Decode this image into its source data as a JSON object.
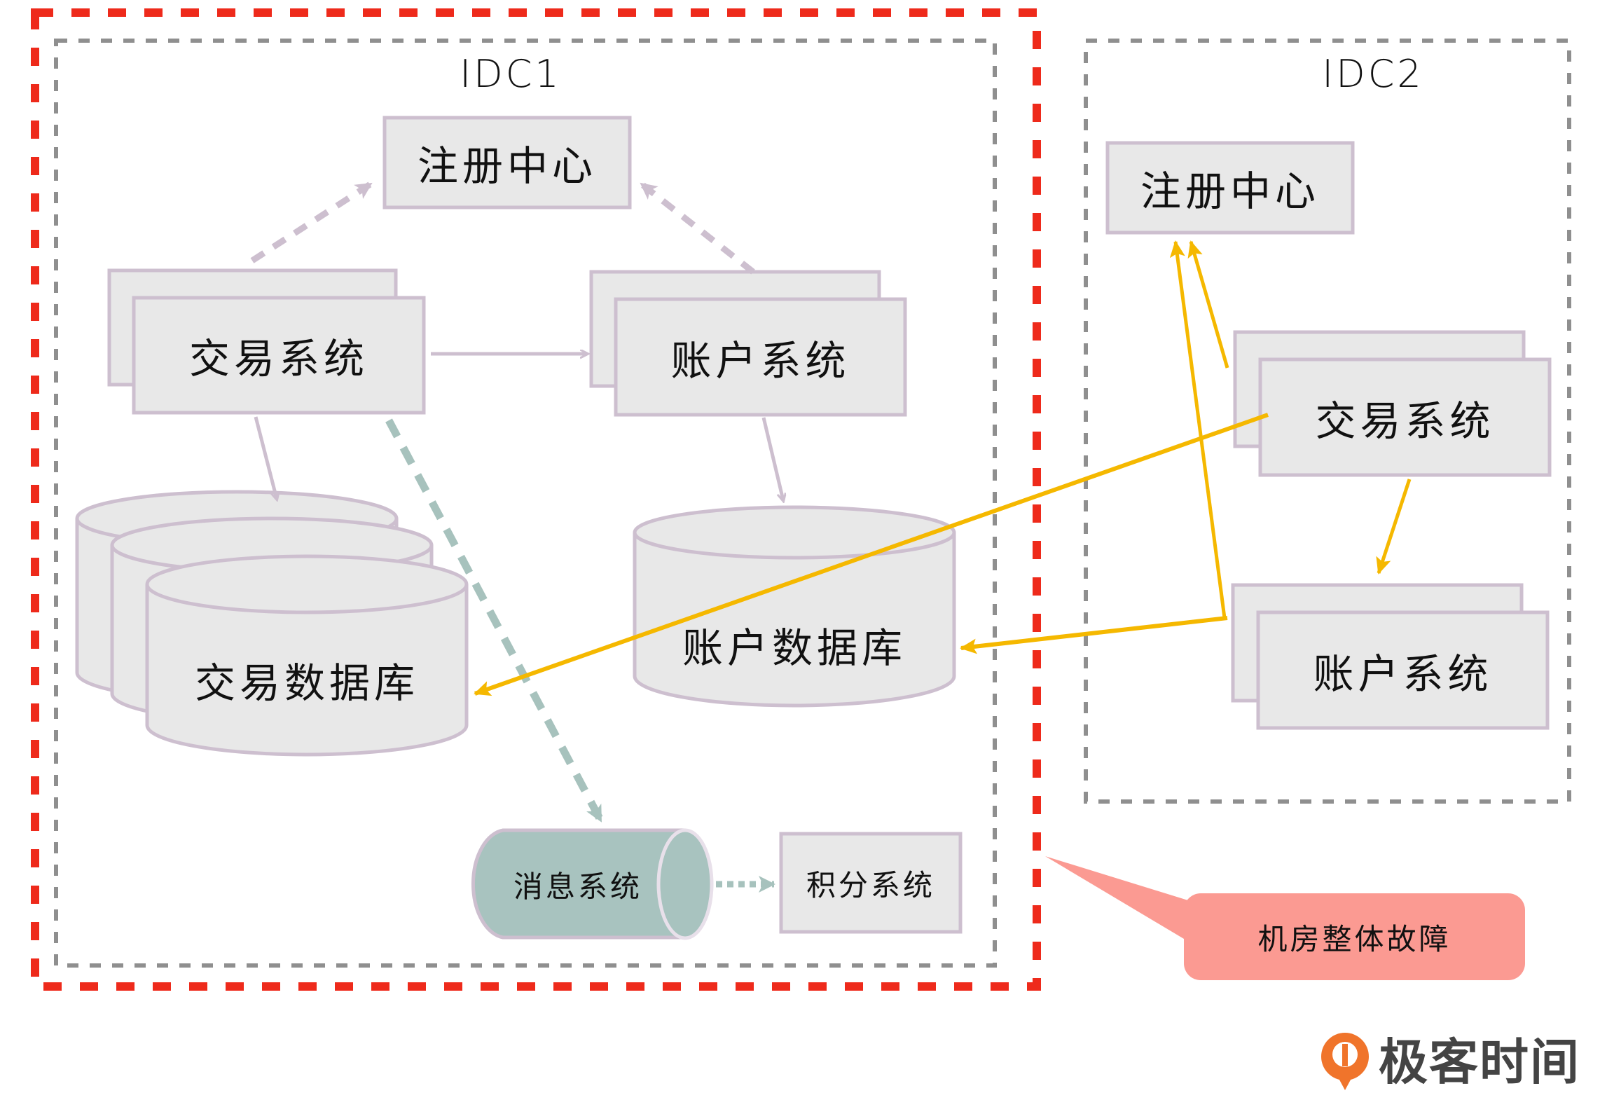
{
  "diagram": {
    "failure_zone": {
      "label": "机房整体故障",
      "border_color": "#ee2a1b",
      "callout_color": "#fb9a92"
    },
    "idc1": {
      "title": "IDC1",
      "registry": "注册中心",
      "trade_system": "交易系统",
      "account_system": "账户系统",
      "trade_db": "交易数据库",
      "account_db": "账户数据库",
      "message_system": "消息系统",
      "points_system": "积分系统"
    },
    "idc2": {
      "title": "IDC2",
      "registry": "注册中心",
      "trade_system": "交易系统",
      "account_system": "账户系统"
    },
    "colors": {
      "box_fill": "#e8e8e8",
      "box_border": "#cdbfcf",
      "idc_border": "#8f8f8f",
      "cross_idc_arrow": "#f5b800",
      "message_arrow": "#a7c2bd",
      "message_fill": "#a8c3bf",
      "registry_arrow": "#cdbfcf"
    },
    "edges": [
      {
        "from": "idc1.trade_system",
        "to": "idc1.registry",
        "style": "dashed"
      },
      {
        "from": "idc1.account_system",
        "to": "idc1.registry",
        "style": "dashed"
      },
      {
        "from": "idc1.trade_system",
        "to": "idc1.account_system",
        "style": "solid"
      },
      {
        "from": "idc1.trade_system",
        "to": "idc1.trade_db",
        "style": "solid"
      },
      {
        "from": "idc1.account_system",
        "to": "idc1.account_db",
        "style": "solid"
      },
      {
        "from": "idc1.trade_system",
        "to": "idc1.message_system",
        "style": "dashed"
      },
      {
        "from": "idc1.message_system",
        "to": "idc1.points_system",
        "style": "dotted"
      },
      {
        "from": "idc2.trade_system",
        "to": "idc2.registry",
        "style": "solid-yellow"
      },
      {
        "from": "idc2.account_system",
        "to": "idc2.registry",
        "style": "solid-yellow"
      },
      {
        "from": "idc2.trade_system",
        "to": "idc2.account_system",
        "style": "solid-yellow"
      },
      {
        "from": "idc2.trade_system",
        "to": "idc1.trade_db",
        "style": "solid-yellow"
      },
      {
        "from": "idc2.account_system",
        "to": "idc1.account_db",
        "style": "solid-yellow"
      }
    ]
  },
  "logo": {
    "text": "极客时间",
    "color": "#f0742b"
  }
}
